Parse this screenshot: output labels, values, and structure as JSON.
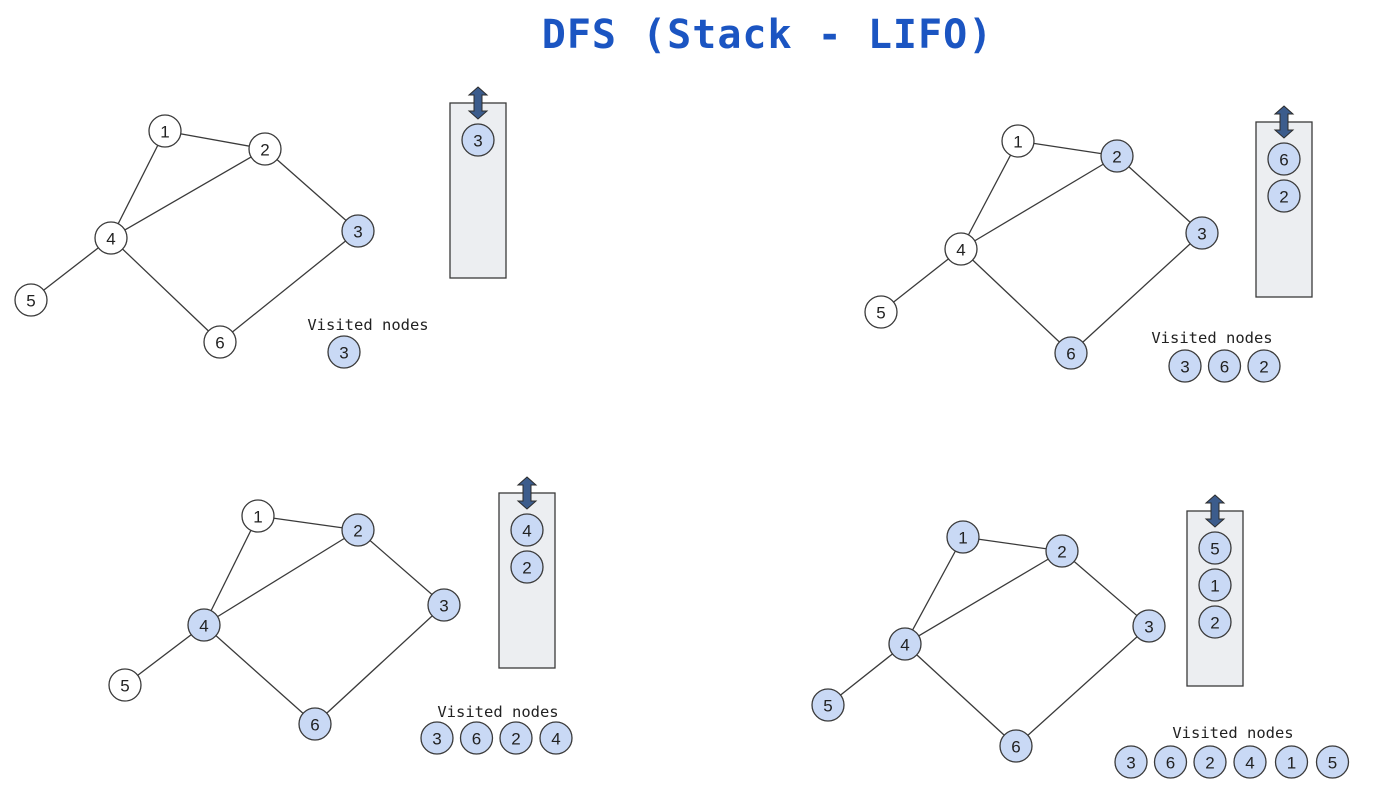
{
  "title": "DFS (Stack - LIFO)",
  "colors": {
    "title": "#1b55c2",
    "visited_fill": "#c9d9f5",
    "stack_fill": "#eceef1",
    "arrow": "#3c5c8c"
  },
  "graph": {
    "nodes": [
      "1",
      "2",
      "3",
      "4",
      "5",
      "6"
    ],
    "edges": [
      [
        "1",
        "2"
      ],
      [
        "1",
        "4"
      ],
      [
        "2",
        "4"
      ],
      [
        "2",
        "3"
      ],
      [
        "3",
        "6"
      ],
      [
        "4",
        "6"
      ],
      [
        "4",
        "5"
      ]
    ]
  },
  "panels": [
    {
      "id": "step-1",
      "stack_top_to_bottom": [
        "3"
      ],
      "visited_label": "Visited nodes",
      "visited": [
        "3"
      ]
    },
    {
      "id": "step-2",
      "stack_top_to_bottom": [
        "6",
        "2"
      ],
      "visited_label": "Visited nodes",
      "visited": [
        "3",
        "6",
        "2"
      ]
    },
    {
      "id": "step-3",
      "stack_top_to_bottom": [
        "4",
        "2"
      ],
      "visited_label": "Visited nodes",
      "visited": [
        "3",
        "6",
        "2",
        "4"
      ]
    },
    {
      "id": "step-4",
      "stack_top_to_bottom": [
        "5",
        "1",
        "2"
      ],
      "visited_label": "Visited nodes",
      "visited": [
        "3",
        "6",
        "2",
        "4",
        "1",
        "5"
      ]
    }
  ]
}
